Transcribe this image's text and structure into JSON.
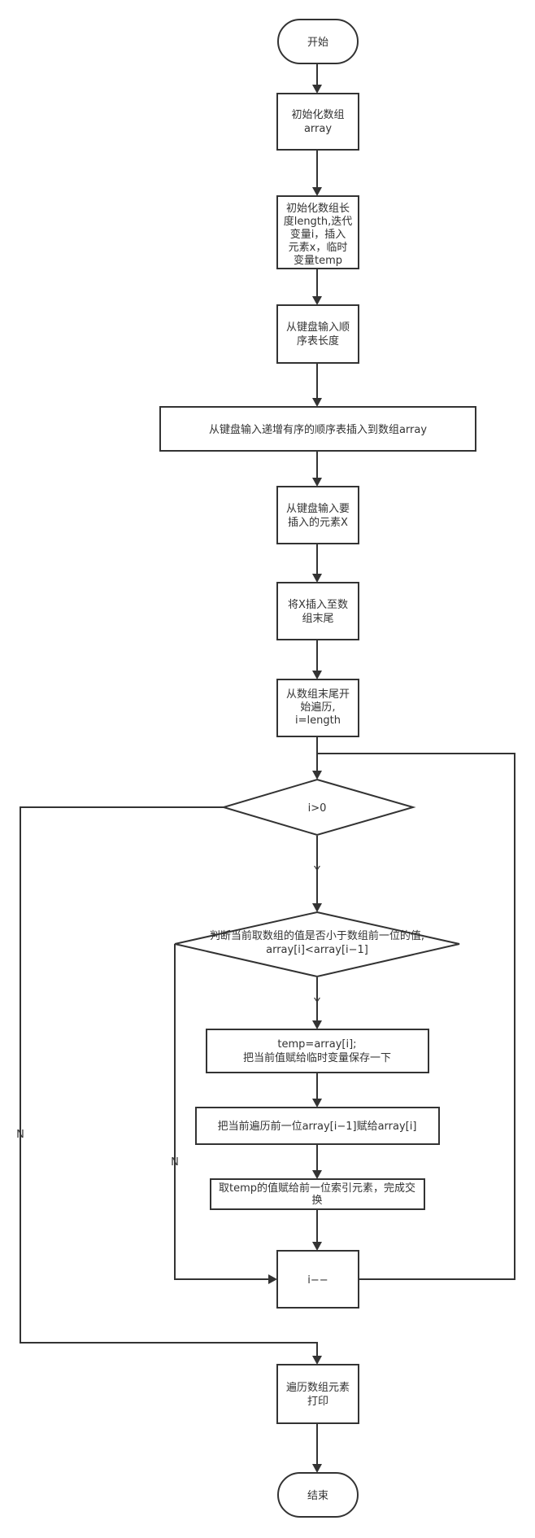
{
  "diagram": {
    "nodes": {
      "start": [
        "开始"
      ],
      "init_array": [
        "初始化数组",
        "array"
      ],
      "init_vars": [
        "初始化数组长",
        "度length,迭代",
        "变量i，插入",
        "元素x，临时",
        "变量temp"
      ],
      "input_length": [
        "从键盘输入顺",
        "序表长度"
      ],
      "input_array": [
        "从键盘输入递增有序的顺序表插入到数组array"
      ],
      "input_x": [
        "从键盘输入要",
        "插入的元素X"
      ],
      "append_x": [
        "将X插入至数",
        "组末尾"
      ],
      "traverse_start": [
        "从数组末尾开",
        "始遍历,",
        "i=length"
      ],
      "cond_i": [
        "i>0"
      ],
      "cond_compare": [
        "判断当前取数组的值是否小于数组前一位的值,",
        "array[i]<array[i−1]"
      ],
      "save_temp": [
        "temp=array[i];",
        "把当前值赋给临时变量保存一下"
      ],
      "shift": [
        "把当前遍历前一位array[i−1]赋给array[i]"
      ],
      "assign_prev": [
        "取temp的值赋给前一位索引元素，完成交",
        "换"
      ],
      "decrement": [
        "i−−"
      ],
      "print": [
        "遍历数组元素",
        "打印"
      ],
      "end": [
        "结束"
      ]
    },
    "edge_labels": {
      "cond_i_yes": "Y",
      "cond_compare_yes": "Y",
      "cond_compare_no": "N",
      "cond_i_no": "N"
    }
  }
}
